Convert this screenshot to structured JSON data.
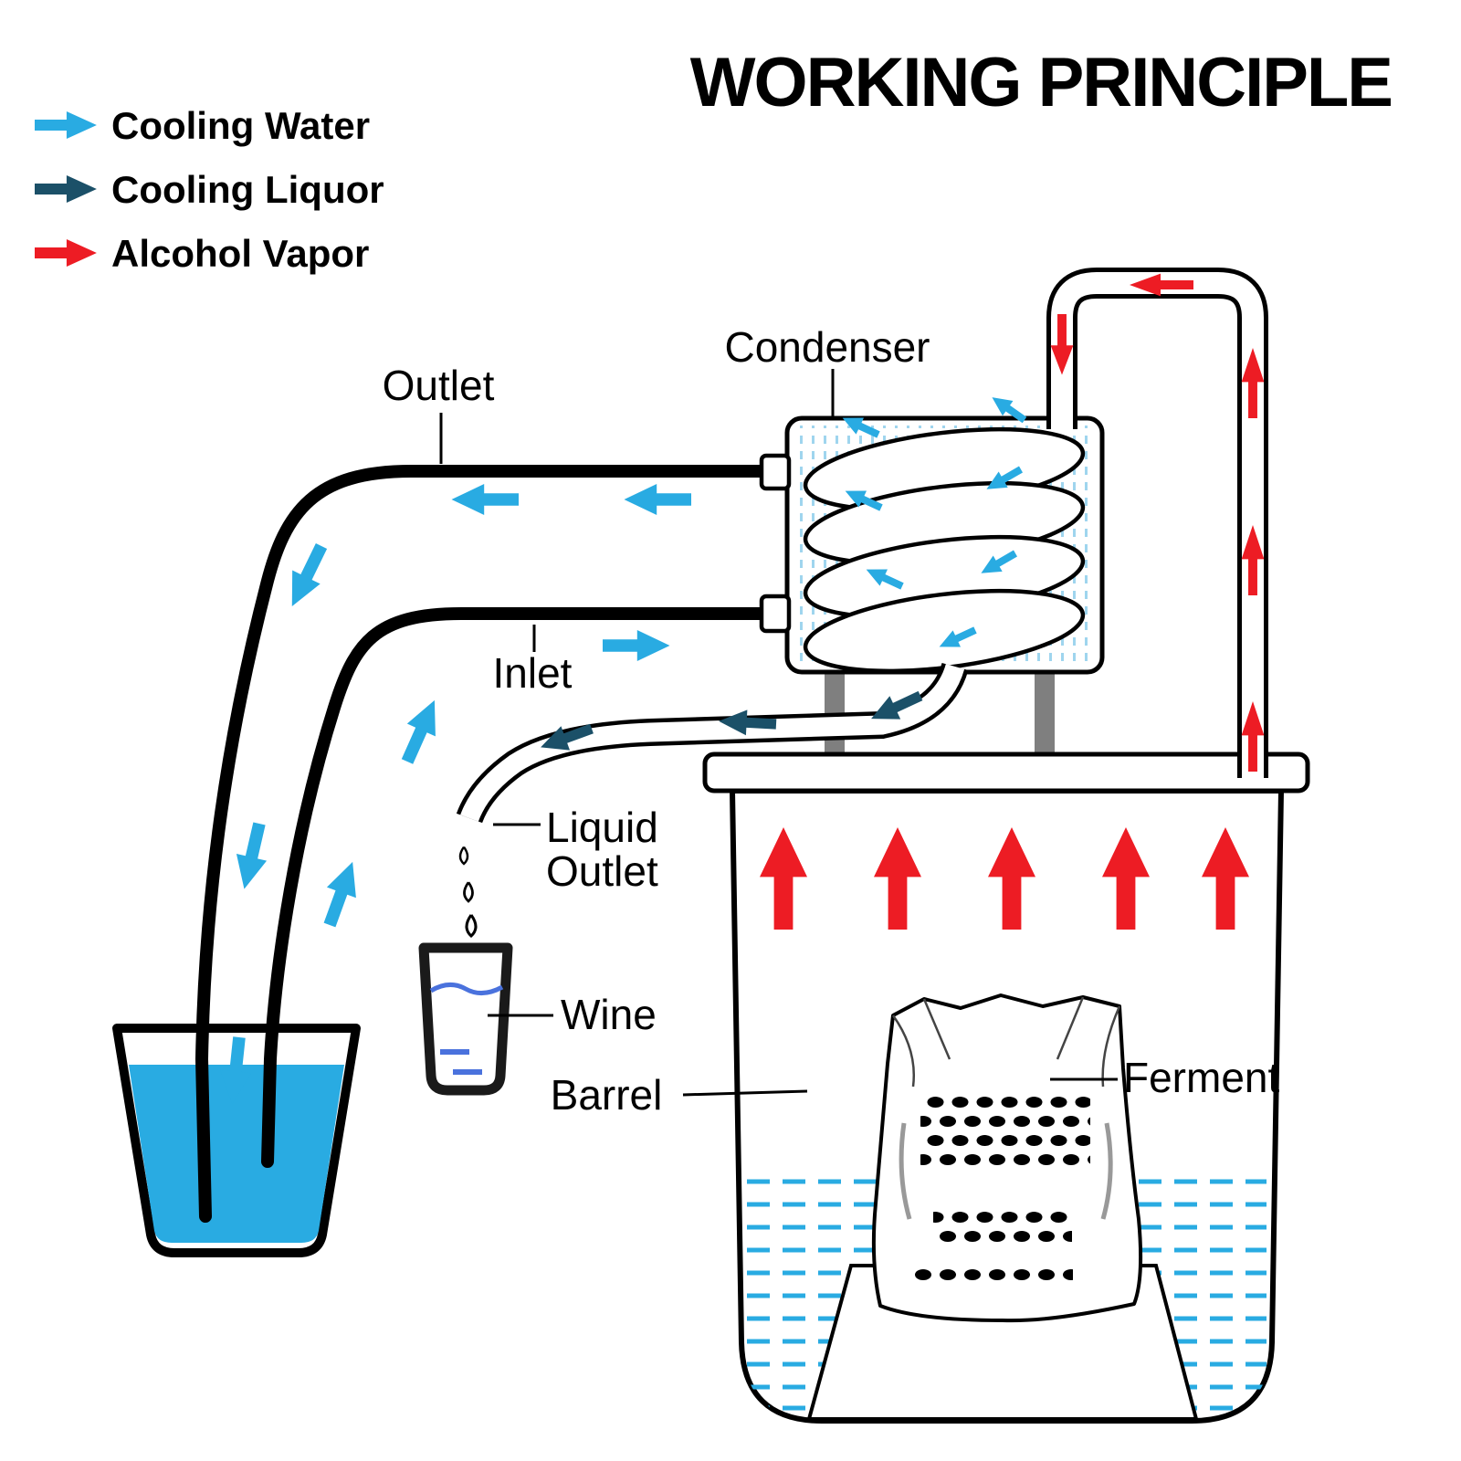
{
  "title": "WORKING PRINCIPLE",
  "legend": {
    "items": [
      {
        "label": "Cooling Water",
        "color": "#29abe2"
      },
      {
        "label": "Cooling Liquor",
        "color": "#1b5068"
      },
      {
        "label": "Alcohol Vapor",
        "color": "#ed1c24"
      }
    ]
  },
  "labels": {
    "condenser": "Condenser",
    "outlet": "Outlet",
    "inlet": "Inlet",
    "liquid_outlet_line1": "Liquid",
    "liquid_outlet_line2": "Outlet",
    "wine": "Wine",
    "barrel": "Barrel",
    "ferment": "Ferment"
  },
  "colors": {
    "cooling_water": "#29abe2",
    "cooling_liquor": "#1b5068",
    "alcohol_vapor": "#ed1c24",
    "water_fill": "#29abe2",
    "wine_accent": "#4a72dd"
  }
}
